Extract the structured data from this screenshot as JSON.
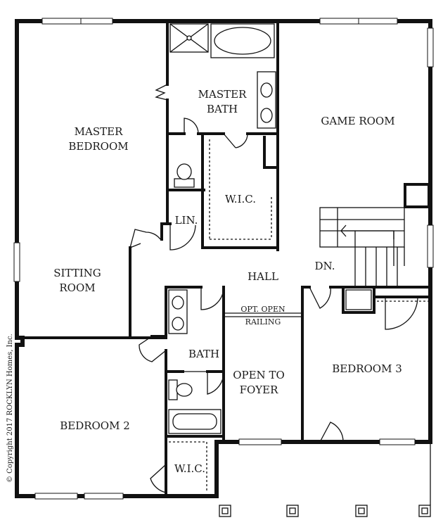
{
  "rooms": {
    "master_bedroom_1": "MASTER",
    "master_bedroom_2": "BEDROOM",
    "master_bath_1": "MASTER",
    "master_bath_2": "BATH",
    "game_room": "GAME ROOM",
    "wic_master": "W.I.C.",
    "linen": "LIN.",
    "sitting_room_1": "SITTING",
    "sitting_room_2": "ROOM",
    "hall": "HALL",
    "stairs_down": "DN.",
    "railing_1": "OPT. OPEN",
    "railing_2": "RAILING",
    "bath": "BATH",
    "open_foyer_1": "OPEN TO",
    "open_foyer_2": "FOYER",
    "bedroom_3": "BEDROOM 3",
    "bedroom_2": "BEDROOM 2",
    "wic_bed2": "W.I.C."
  },
  "copyright": "© Copyright 2017 ROCKLYN Homes, Inc."
}
